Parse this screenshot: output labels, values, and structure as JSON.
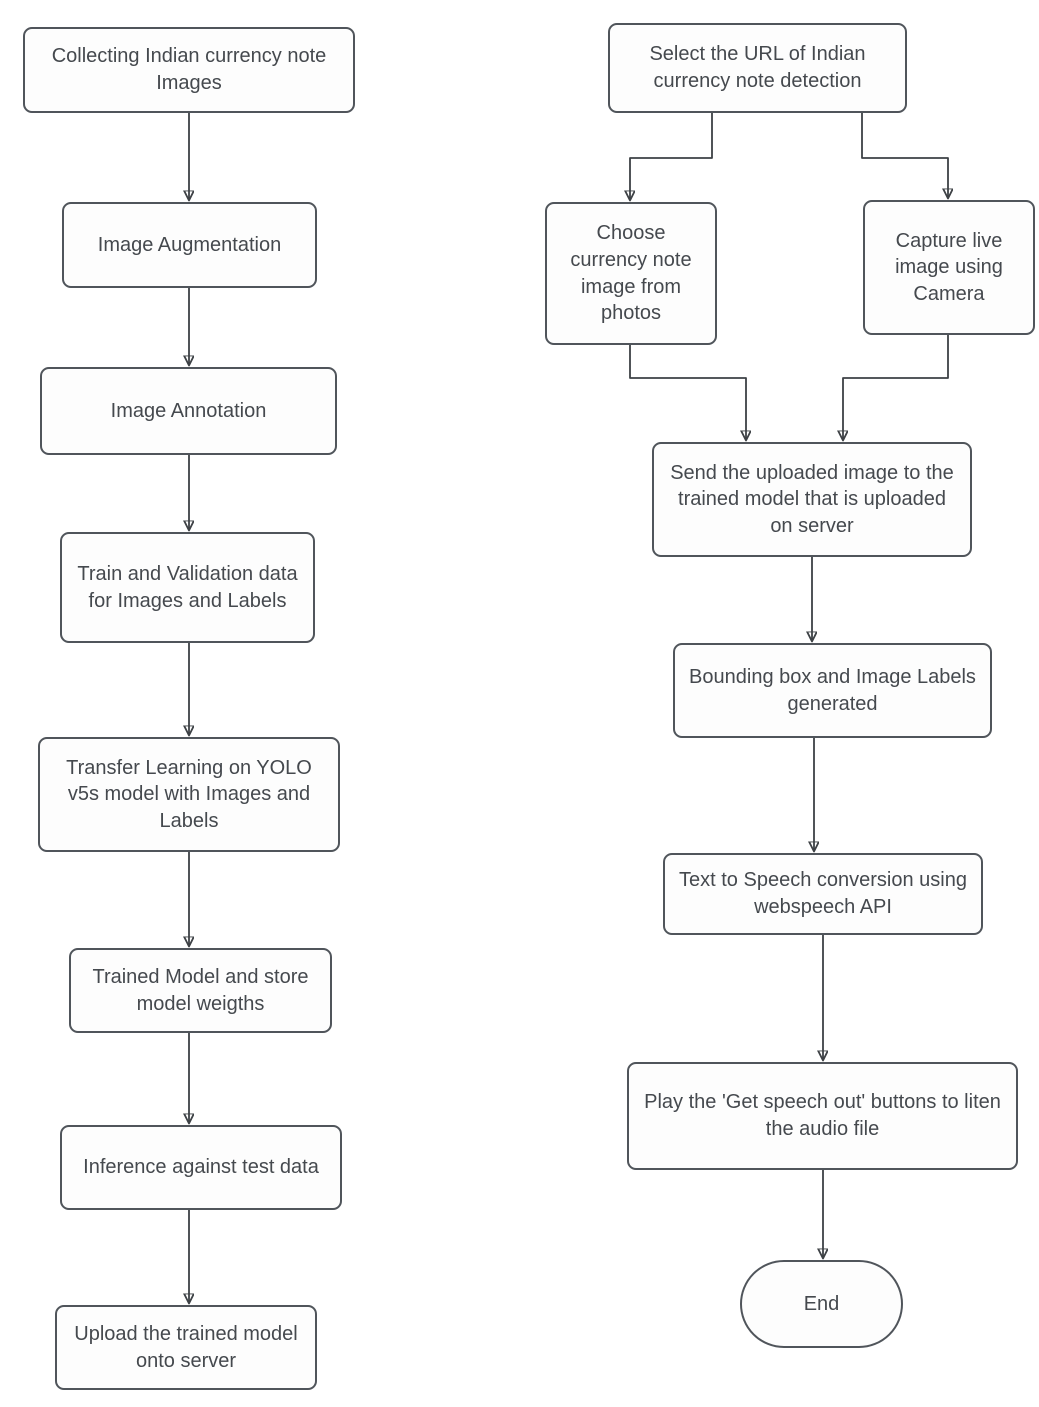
{
  "colors": {
    "border": "#50555b",
    "text": "#45494e",
    "arrow": "#3d4145",
    "box_fill": "#fdfdfd",
    "background": "#ffffff"
  },
  "left_flow": {
    "nodes": [
      {
        "id": "collect",
        "shape": "rect",
        "label": "Collecting Indian currency note Images"
      },
      {
        "id": "augment",
        "shape": "rect",
        "label": "Image Augmentation"
      },
      {
        "id": "annotate",
        "shape": "rect",
        "label": "Image Annotation"
      },
      {
        "id": "train-val",
        "shape": "rect",
        "label": "Train and Validation data for Images and Labels"
      },
      {
        "id": "transfer",
        "shape": "rect",
        "label": "Transfer Learning on YOLO v5s model with Images and Labels"
      },
      {
        "id": "trained",
        "shape": "rect",
        "label": "Trained Model and store model weigths"
      },
      {
        "id": "inference",
        "shape": "rect",
        "label": "Inference against test data"
      },
      {
        "id": "upload",
        "shape": "rect",
        "label": "Upload the trained model onto server"
      }
    ],
    "edges": [
      {
        "from": "collect",
        "to": "augment"
      },
      {
        "from": "augment",
        "to": "annotate"
      },
      {
        "from": "annotate",
        "to": "train-val"
      },
      {
        "from": "train-val",
        "to": "transfer"
      },
      {
        "from": "transfer",
        "to": "trained"
      },
      {
        "from": "trained",
        "to": "inference"
      },
      {
        "from": "inference",
        "to": "upload"
      }
    ]
  },
  "right_flow": {
    "nodes": [
      {
        "id": "select-url",
        "shape": "rect",
        "label": "Select the URL of Indian currency note detection"
      },
      {
        "id": "choose-photo",
        "shape": "rect",
        "label": "Choose currency note image from photos"
      },
      {
        "id": "capture-live",
        "shape": "rect",
        "label": "Capture live image using Camera"
      },
      {
        "id": "send-model",
        "shape": "rect",
        "label": "Send the uploaded image to the trained model that is uploaded on server"
      },
      {
        "id": "bounding",
        "shape": "rect",
        "label": "Bounding box and Image Labels generated"
      },
      {
        "id": "tts",
        "shape": "rect",
        "label": "Text to Speech conversion using webspeech API"
      },
      {
        "id": "play",
        "shape": "rect",
        "label": "Play the 'Get speech out' buttons to liten the audio file"
      },
      {
        "id": "end",
        "shape": "stadium",
        "label": "End"
      }
    ],
    "edges": [
      {
        "from": "select-url",
        "to": "choose-photo"
      },
      {
        "from": "select-url",
        "to": "capture-live"
      },
      {
        "from": "choose-photo",
        "to": "send-model"
      },
      {
        "from": "capture-live",
        "to": "send-model"
      },
      {
        "from": "send-model",
        "to": "bounding"
      },
      {
        "from": "bounding",
        "to": "tts"
      },
      {
        "from": "tts",
        "to": "play"
      },
      {
        "from": "play",
        "to": "end"
      }
    ]
  }
}
